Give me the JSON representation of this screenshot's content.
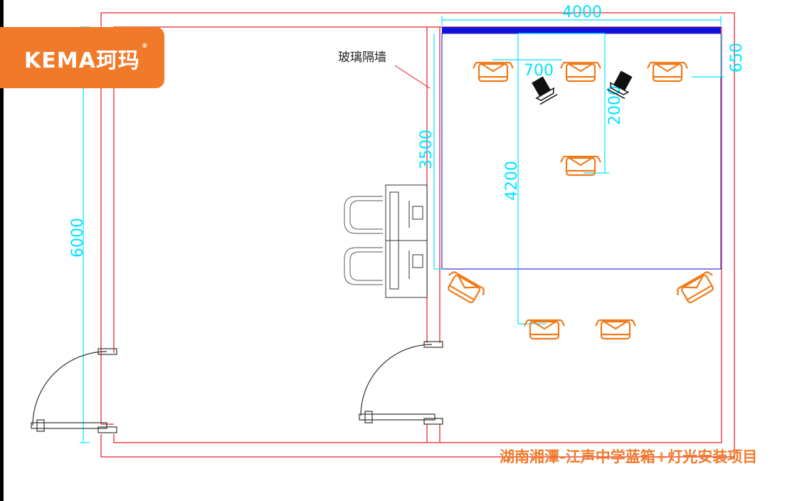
{
  "brand": {
    "latin": "KEMA",
    "chinese": "珂玛",
    "mark": "®"
  },
  "labels": {
    "glass_partition": "玻璃隔墙"
  },
  "dimensions": {
    "room_width": "4000",
    "offset_top": "650",
    "light_spacing": "700",
    "light_to_desk": "2000",
    "stage_depth": "3500",
    "seat_depth": "4200",
    "total_length": "6000"
  },
  "project_title": "湖南湘潭-江声中学蓝箱+灯光安装项目",
  "colors": {
    "wall": "#e8474f",
    "dimension": "#00e5ff",
    "blue_screen": "#1010e0",
    "room_outline": "#3030d0",
    "furniture": "#f07a1a",
    "brand": "#f07a2a"
  }
}
